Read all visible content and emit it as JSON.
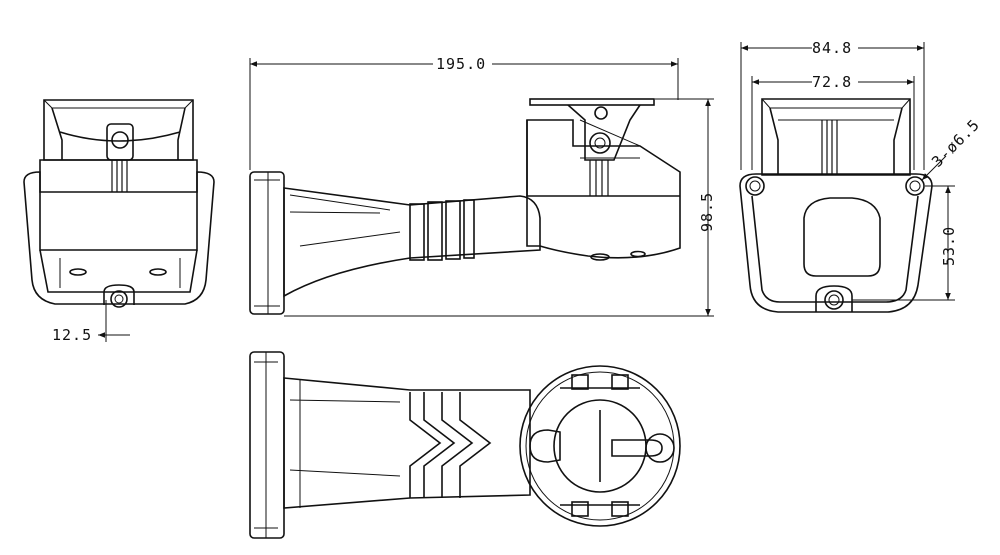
{
  "dimensions": {
    "overall_length": "195.0",
    "overall_height": "98.5",
    "outer_width": "84.8",
    "inner_width": "72.8",
    "hole_spacing": "53.0",
    "hole_spec": "3-ø6.5",
    "edge_offset": "12.5"
  },
  "colors": {
    "line": "#111111",
    "background": "#ffffff"
  }
}
